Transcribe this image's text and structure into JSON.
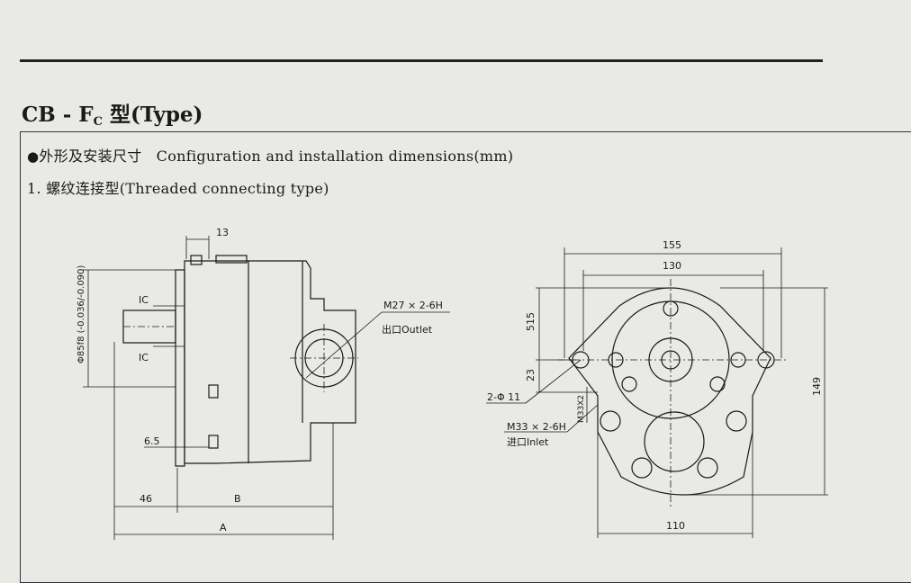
{
  "heading": {
    "title_main": "CB - F",
    "title_subscript": "C",
    "title_suffix": " 型(Type)"
  },
  "section": {
    "bullet": "●",
    "label_cn": "外形及安装尺寸",
    "label_en": "Configuration and installation dimensions(mm)"
  },
  "subsection": {
    "label": "1. 螺纹连接型(Threaded connecting type)"
  },
  "side_view": {
    "dim_top": "13",
    "dim_shaft": "Φ85f8 (-0.036/-0.090)",
    "label_ic_upper": "IC",
    "label_ic_lower": "IC",
    "outlet_thread": "M27 × 2-6H",
    "outlet_label": "出口Outlet",
    "dim_65": "6.5",
    "dim_46": "46",
    "dim_b": "B",
    "dim_a": "A"
  },
  "front_view": {
    "dim_155": "155",
    "dim_130": "130",
    "dim_515": "515",
    "dim_23": "23",
    "dim_149": "149",
    "dim_110": "110",
    "holes": "2-Φ 11",
    "inlet_side_thread": "M33X2",
    "inlet_thread": "M33 × 2-6H",
    "inlet_label": "进口Inlet"
  }
}
